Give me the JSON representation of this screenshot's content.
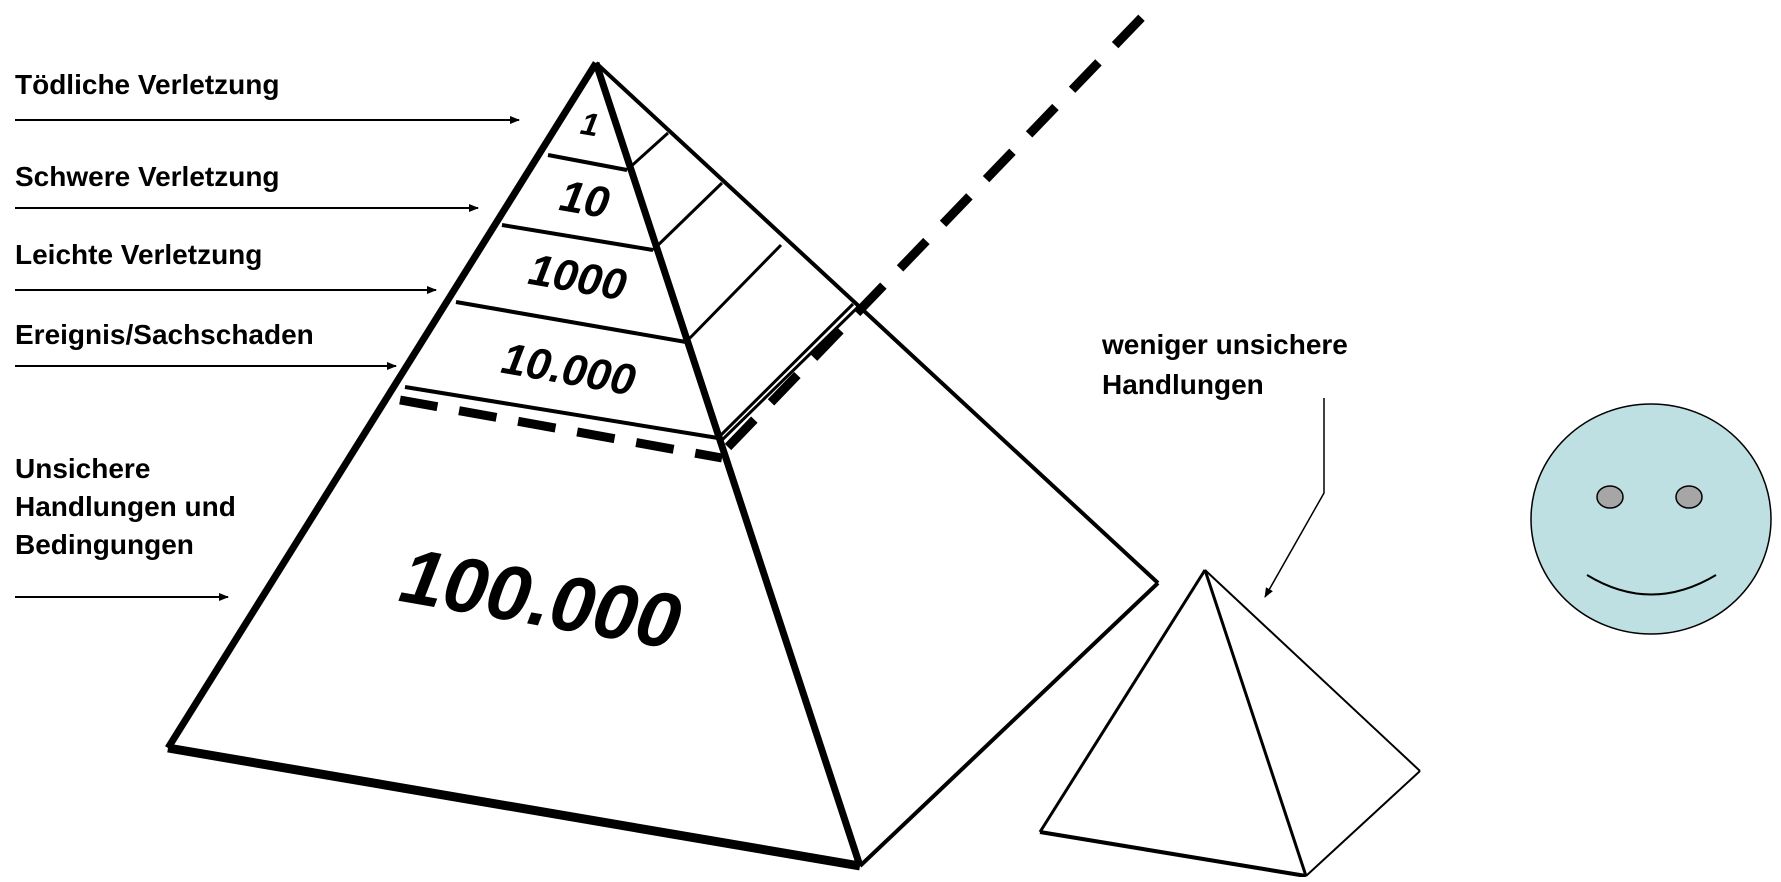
{
  "levels": [
    {
      "side_label": "Tödliche Verletzung",
      "count": "1"
    },
    {
      "side_label": "Schwere Verletzung",
      "count": "10"
    },
    {
      "side_label": "Leichte Verletzung",
      "count": "1000"
    },
    {
      "side_label": "Ereignis/Sachschaden",
      "count": "10.000"
    },
    {
      "side_label": [
        "Unsichere",
        "Handlungen und",
        "Bedingungen"
      ],
      "count": "100.000"
    }
  ],
  "small_pyramid_caption": [
    "weniger unsichere",
    "Handlungen"
  ],
  "colors": {
    "ink": "#000000",
    "smiley_face": "#bfe0e3",
    "smiley_eyes": "#a6a6a6"
  },
  "icons": [
    "big-pyramid",
    "small-pyramid",
    "smiley-face-icon"
  ]
}
